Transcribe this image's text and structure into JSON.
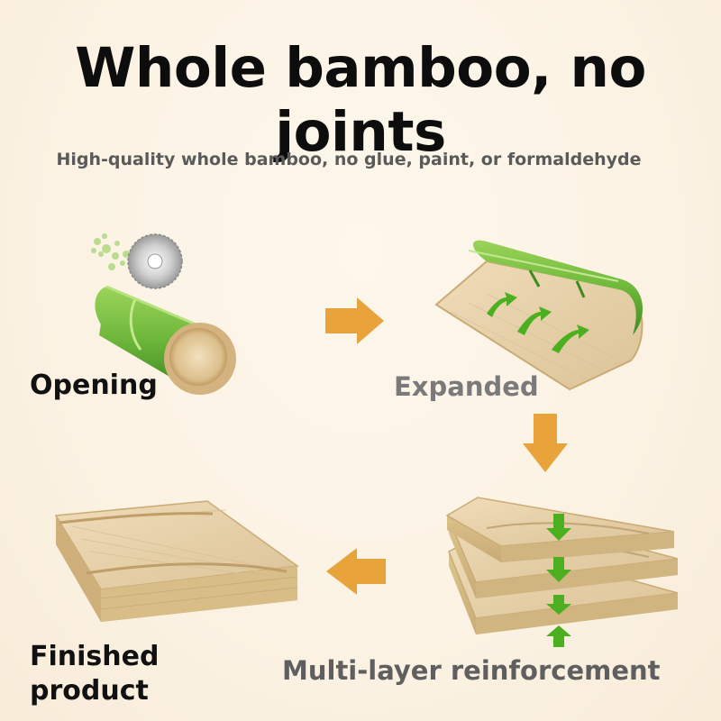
{
  "title": "Whole bamboo, no joints",
  "subtitle": "High-quality whole bamboo, no glue, paint, or formaldehyde",
  "steps": {
    "opening": "Opening",
    "expanded": "Expanded",
    "finished_line1": "Finished",
    "finished_line2": "product",
    "multilayer": "Multi-layer reinforcement"
  },
  "colors": {
    "background": "#fbf2e3",
    "arrow": "#e8a33b",
    "bamboo_green": "#6fb83c",
    "board": "#e9d6b0"
  }
}
